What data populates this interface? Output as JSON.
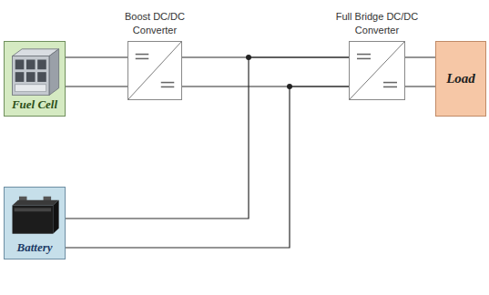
{
  "diagram": {
    "nodes": [
      {
        "text": [
          "Fuel Cell"
        ]
      },
      {
        "text": [
          "Boost DC/DC Converter"
        ]
      },
      {
        "text": [
          "Full Bridge DC/DC Converter"
        ]
      },
      {
        "text": [
          "Load"
        ]
      },
      {
        "text": [
          "Battery"
        ]
      }
    ],
    "edges": [
      {
        "from": 0,
        "to": 1,
        "arrow": "none"
      },
      {
        "from": 1,
        "to": 2,
        "arrow": "none"
      },
      {
        "from": 2,
        "to": 3,
        "arrow": "none"
      },
      {
        "from": 4,
        "to": 2,
        "arrow": "none"
      }
    ]
  }
}
